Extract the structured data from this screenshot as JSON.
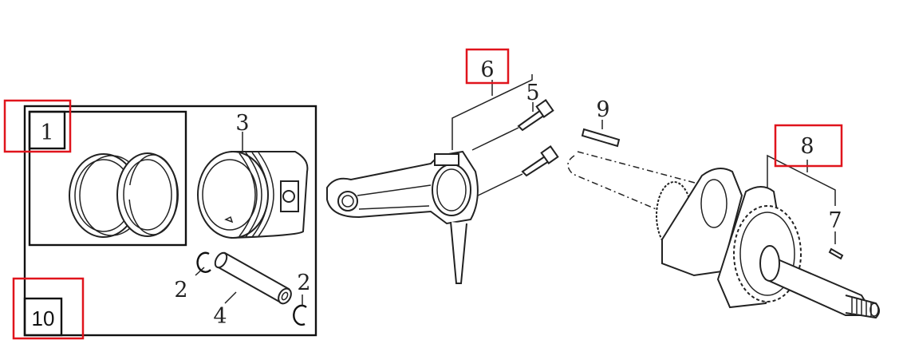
{
  "diagram": {
    "callouts": {
      "piston_ring_set": "1",
      "circlip_left": "2",
      "circlip_right": "2",
      "piston": "3",
      "piston_pin": "4",
      "conrod_bolt": "5",
      "connecting_rod": "6",
      "woodruff_key": "7",
      "crankshaft": "8",
      "key": "9",
      "piston_assembly": "10"
    },
    "highlight_color": "#e0141c",
    "highlighted": [
      "1",
      "6",
      "8",
      "10"
    ]
  }
}
